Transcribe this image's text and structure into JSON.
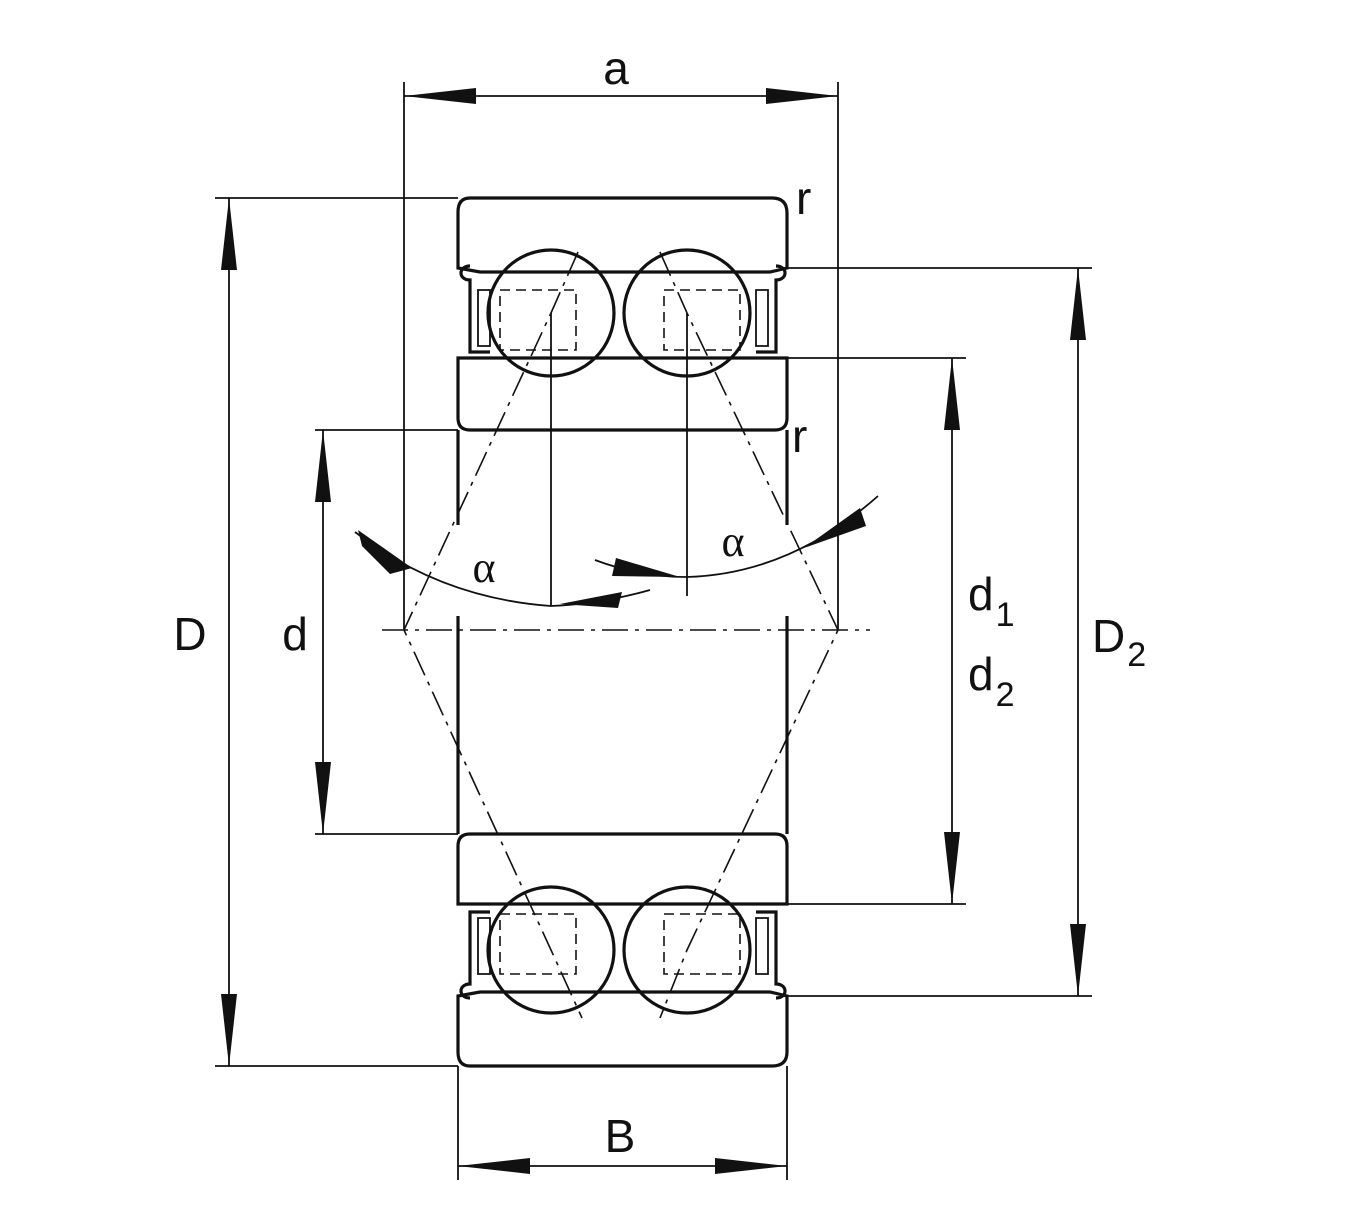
{
  "diagram": {
    "labels": {
      "a": "a",
      "r_top": "r",
      "r_mid": "r",
      "D": "D",
      "d": "d",
      "d1_base": "d",
      "d1_sub": "1",
      "d2_base": "d",
      "d2_sub": "2",
      "D2_base": "D",
      "D2_sub": "2",
      "B": "B",
      "alpha_left": "α",
      "alpha_right": "α"
    }
  }
}
